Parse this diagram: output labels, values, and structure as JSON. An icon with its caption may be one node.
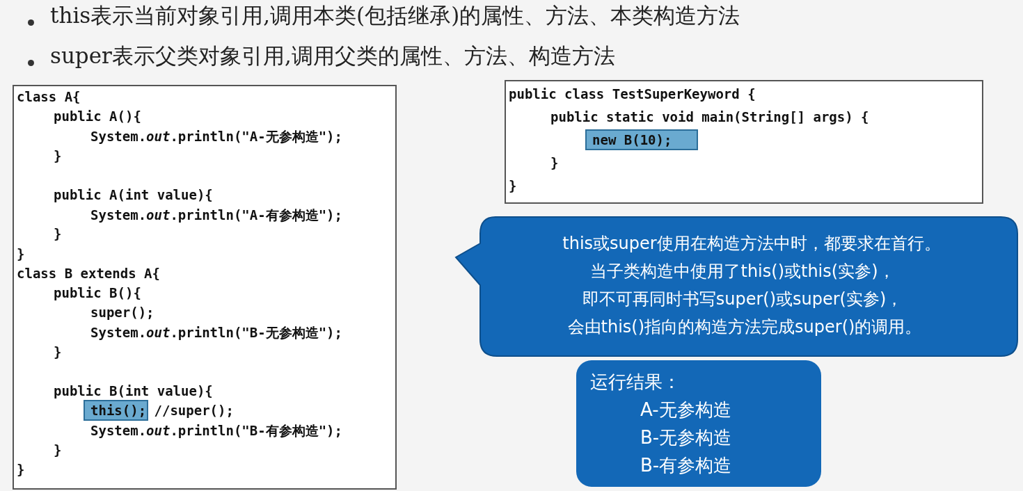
{
  "diagram": {
    "nodes": [
      {
        "text": [
          "class A{",
          "public A(){",
          "System.*out*.println(\"A-无参构造\");",
          "}",
          "public A(int value){",
          "System.*out*.println(\"A-有参构造\");",
          "}",
          "}",
          "class B extends A{",
          "public B(){",
          "super();",
          "System.*out*.println(\"B-无参构造\");",
          "}",
          "public B(int value){",
          "this(); //super();",
          "System.*out*.println(\"B-有参构造\");",
          "}",
          "}"
        ]
      },
      {
        "text": [
          "public class TestSuperKeyword {",
          "public static void main(String[] args) {",
          "new B(10);",
          "}",
          "}"
        ]
      },
      {
        "text": [
          "this或super使用在构造方法中时，都要求在首行。",
          "当子类构造中使用了this()或this(实参)，",
          "即不可再同时书写super()或super(实参)，",
          "会由this()指向的构造方法完成super()的调用。"
        ]
      },
      {
        "text": [
          "运行结果：",
          "A-无参构造",
          "B-无参构造",
          "B-有参构造"
        ]
      }
    ],
    "labels": [
      "this表示当前对象引用,调用本类(包括继承)的属性、方法、本类构造方法",
      "super表示父类对象引用,调用父类的属性、方法、构造方法"
    ]
  }
}
